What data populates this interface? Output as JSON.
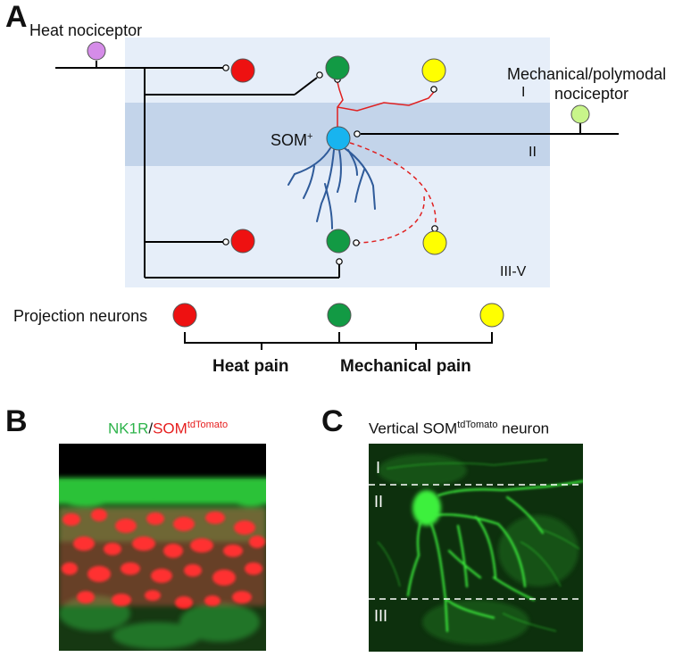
{
  "panel_a": {
    "letter": "A",
    "heat_nociceptor": "Heat nociceptor",
    "mechanical_line1": "Mechanical/polymodal",
    "mechanical_line2": "nociceptor",
    "som_base": "SOM",
    "som_sup": "+",
    "lamina_1": "I",
    "lamina_2": "II",
    "lamina_3": "III-V",
    "projection_neurons": "Projection neurons",
    "heat_pain": "Heat pain",
    "mechanical_pain": "Mechanical pain"
  },
  "panel_b": {
    "letter": "B",
    "title_green": "NK1R",
    "title_sep": "/",
    "title_red": "SOM",
    "title_sup": "tdTomato"
  },
  "panel_c": {
    "letter": "C",
    "title_pre": "Vertical SOM",
    "title_sup": "tdTomato",
    "title_post": " neuron",
    "lamina_1": "I",
    "lamina_2": "II",
    "lamina_3": "III"
  },
  "colors": {
    "lamina_light": "#e6eef9",
    "lamina_band": "#c3d4ea",
    "red_neuron": "#ee1111",
    "green_neuron": "#129a44",
    "yellow_neuron": "#ffff00",
    "som_neuron": "#18b4ef",
    "heat_nociceptor": "#d58ce8",
    "mech_nociceptor": "#c8f58a",
    "dendrite": "#2f5b9a",
    "axon_red": "#e02020",
    "nk1r_green": "#2db34a",
    "som_red": "#e61e1e",
    "fluor_green": "#2ee82e"
  }
}
